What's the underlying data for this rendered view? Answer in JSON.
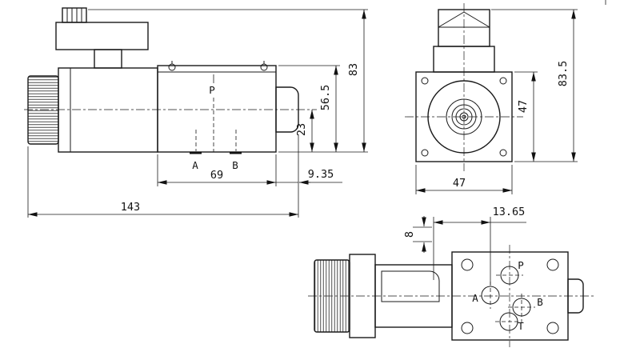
{
  "side_view": {
    "dims": {
      "total_length": "143",
      "body_length": "69",
      "end_length": "9.35",
      "total_height": "83",
      "body_height": "56.5",
      "axis_height": "23"
    },
    "ports": {
      "p": "P",
      "a": "A",
      "b": "B"
    }
  },
  "front_view": {
    "dims": {
      "total_height": "83.5",
      "body_height": "47",
      "body_width": "47"
    }
  },
  "bottom_view": {
    "dims": {
      "port_offset": "13.65",
      "entry_offset": "8"
    },
    "ports": {
      "p": "P",
      "a": "A",
      "b": "B",
      "t": "T"
    }
  }
}
